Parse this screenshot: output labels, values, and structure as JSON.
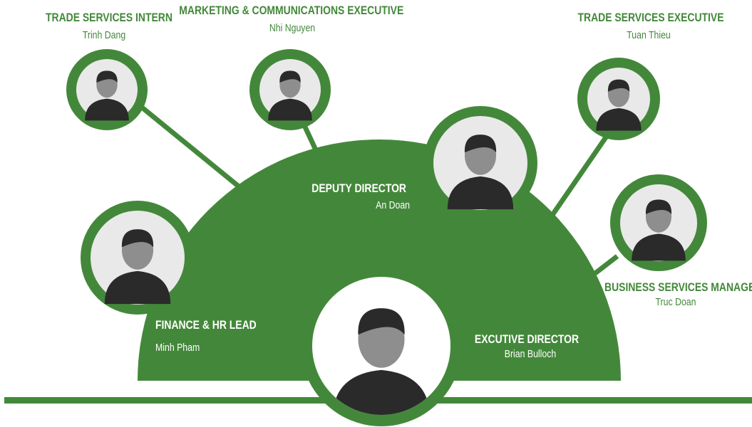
{
  "colors": {
    "green": "#43883a",
    "white": "#ffffff",
    "photo_background": "#e9e9e9",
    "photo_figure": "#2a2a2a",
    "photo_skin": "#8e8e8e"
  },
  "team": {
    "trade_intern": {
      "title": "TRADE SERVICES INTERN",
      "name": "Trinh Dang"
    },
    "marketing": {
      "title": "MARKETING & COMMUNICATIONS EXECUTIVE",
      "name": "Nhi Nguyen"
    },
    "trade_exec": {
      "title": "TRADE SERVICES EXECUTIVE",
      "name": "Tuan Thieu"
    },
    "deputy": {
      "title": "DEPUTY DIRECTOR",
      "name": "An Doan"
    },
    "business": {
      "title": "BUSINESS SERVICES MANAGER",
      "name": "Truc Doan"
    },
    "finance": {
      "title": "FINANCE & HR LEAD",
      "name": "Minh Pham"
    },
    "executive": {
      "title": "EXCUTIVE DIRECTOR",
      "name": "Brian Bulloch"
    }
  },
  "icons": {
    "portrait": "portrait-photo-icon"
  }
}
